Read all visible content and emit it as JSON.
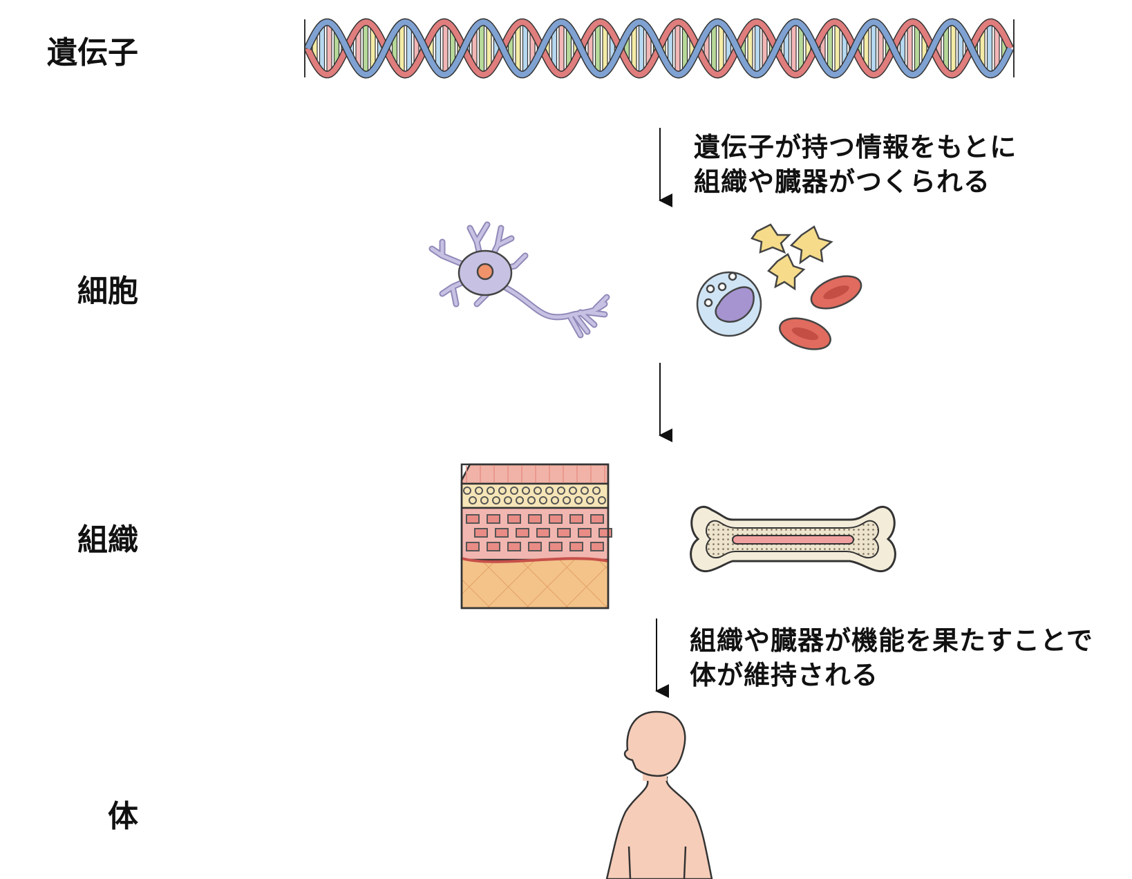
{
  "levels": {
    "gene": "遺伝子",
    "cell": "細胞",
    "tissue": "組織",
    "body": "体"
  },
  "notes": {
    "gene_to_cell_line1": "遺伝子が持つ情報をもとに",
    "gene_to_cell_line2": "組織や臓器がつくられる",
    "tissue_to_body_line1": "組織や臓器が機能を果たすことで",
    "tissue_to_body_line2": "体が維持される"
  },
  "colors": {
    "dna_backbone_blue": "#7fa2d2",
    "dna_backbone_red": "#e07d7d",
    "dna_base_green": "#b7d99a",
    "dna_base_yellow": "#f4eca6",
    "dna_base_blue": "#b6d8f0",
    "dna_base_pink": "#f3b6b6",
    "neuron": "#c7c2e3",
    "nucleus_orange": "#f0936a",
    "platelet_yellow": "#f6dc8a",
    "wbc_blue": "#cfe4f4",
    "wbc_nucleus": "#a594cf",
    "rbc_red": "#e06b5e",
    "skin_pink": "#f1b3a7",
    "fat_orange": "#f3c38a",
    "bone_cream": "#f3ecd9",
    "skin_tone": "#f6cdb9"
  },
  "icons": [
    "dna-icon",
    "neuron-icon",
    "blood-cells-icon",
    "skin-tissue-icon",
    "bone-icon",
    "human-body-icon",
    "arrow-down-icon"
  ]
}
